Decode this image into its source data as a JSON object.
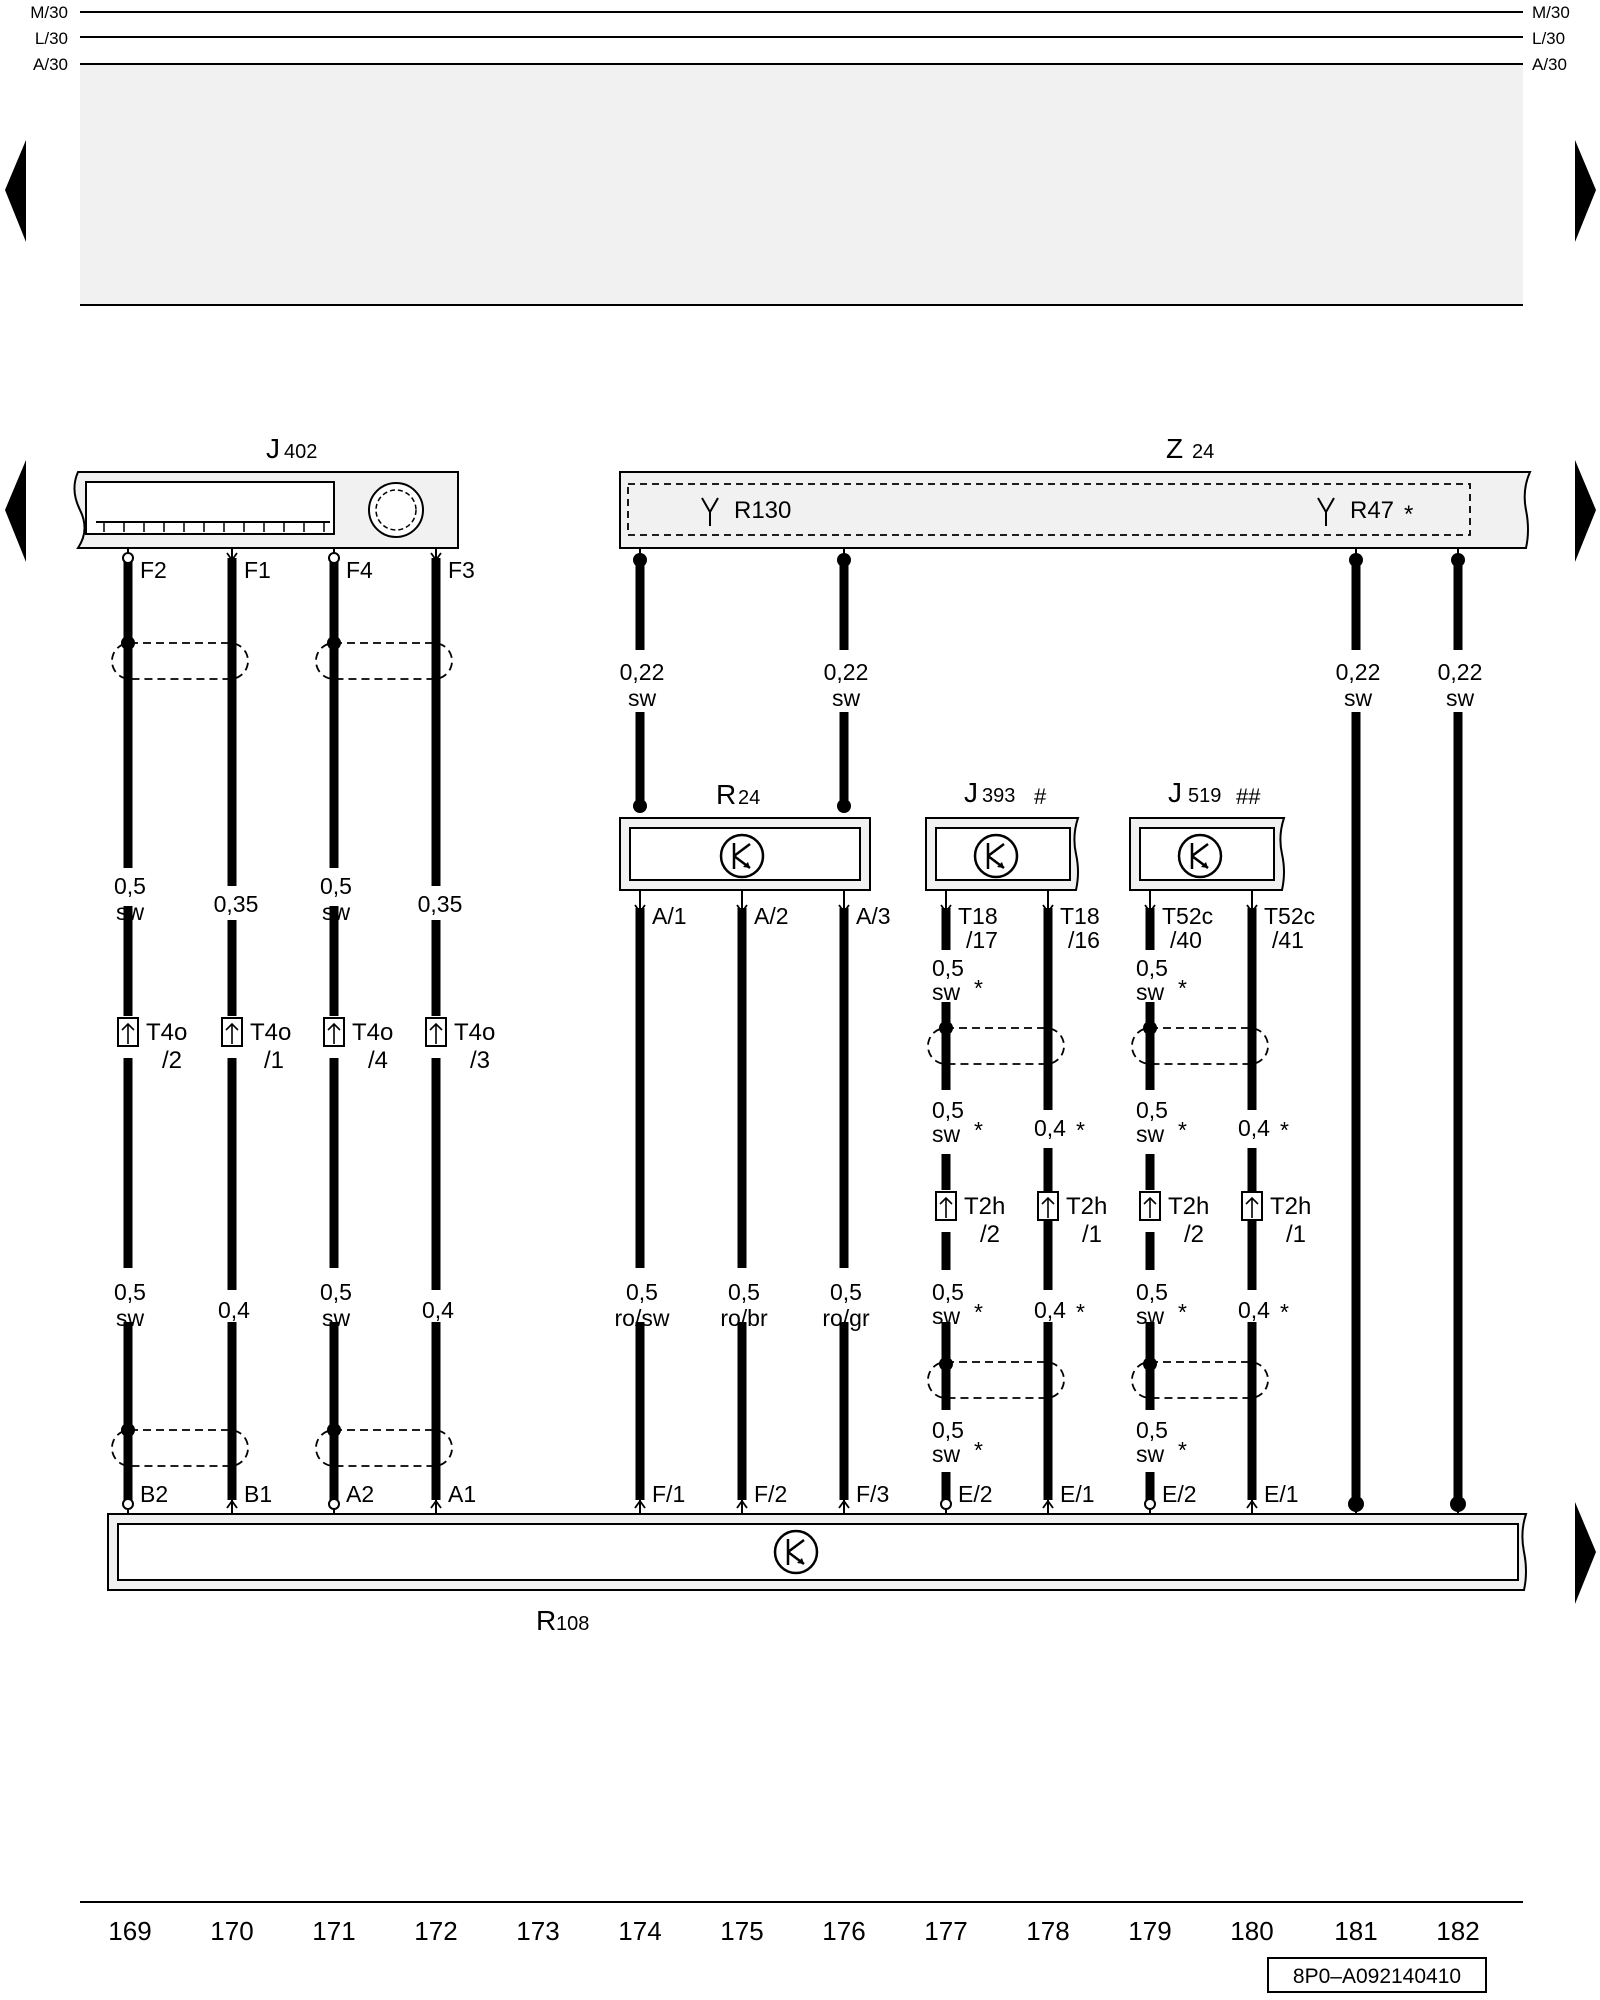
{
  "bus": {
    "m30": "M/30",
    "l30": "L/30",
    "a30": "A/30"
  },
  "components": {
    "j402": {
      "letter": "J",
      "number": "402"
    },
    "z24": {
      "letter": "Z",
      "number": "24",
      "r130": "R130",
      "r47": "R47",
      "r47_mark": "*"
    },
    "r24": {
      "letter": "R",
      "number": "24"
    },
    "j393": {
      "letter": "J",
      "number": "393",
      "mark": "#"
    },
    "j519": {
      "letter": "J",
      "number": "519",
      "mark": "##"
    },
    "r108": {
      "letter": "R",
      "number": "108"
    }
  },
  "terminals": {
    "top": [
      "F2",
      "F1",
      "F4",
      "F3"
    ],
    "r24": [
      "A/1",
      "A/2",
      "A/3"
    ],
    "j393_a": [
      "T18",
      "/17"
    ],
    "j393_b": [
      "T18",
      "/16"
    ],
    "j519_a": [
      "T52c",
      "/40"
    ],
    "j519_b": [
      "T52c",
      "/41"
    ],
    "bottom": [
      "B2",
      "B1",
      "A2",
      "A1",
      "F/1",
      "F/2",
      "F/3",
      "E/2",
      "E/1",
      "E/2",
      "E/1"
    ]
  },
  "wires": {
    "z24_upper": {
      "size": "0,22",
      "color": "sw"
    },
    "j402_mid": [
      {
        "size": "0,5",
        "color": "sw"
      },
      {
        "size": "0,35",
        "color": ""
      },
      {
        "size": "0,5",
        "color": "sw"
      },
      {
        "size": "0,35",
        "color": ""
      }
    ],
    "j402_low": [
      {
        "size": "0,5",
        "color": "sw"
      },
      {
        "size": "0,4",
        "color": ""
      },
      {
        "size": "0,5",
        "color": "sw"
      },
      {
        "size": "0,4",
        "color": ""
      }
    ],
    "r24_low": [
      {
        "size": "0,5",
        "color": "ro/sw"
      },
      {
        "size": "0,5",
        "color": "ro/br"
      },
      {
        "size": "0,5",
        "color": "ro/gr"
      }
    ],
    "a_sw": {
      "size": "0,5",
      "color": "sw",
      "mark": "*"
    },
    "b_04": {
      "size": "0,4",
      "mark": "*"
    }
  },
  "connectors": {
    "t4o": {
      "name": "T4o",
      "pins": [
        "/2",
        "/1",
        "/4",
        "/3"
      ]
    },
    "t2h": {
      "name": "T2h",
      "pins": [
        "/2",
        "/1",
        "/2",
        "/1"
      ]
    }
  },
  "columns": [
    "169",
    "170",
    "171",
    "172",
    "173",
    "174",
    "175",
    "176",
    "177",
    "178",
    "179",
    "180",
    "181",
    "182"
  ],
  "reference": "8P0–A092140410"
}
